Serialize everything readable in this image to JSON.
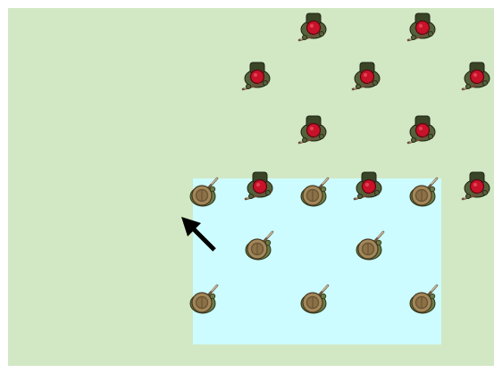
{
  "board": {
    "field_color": "#d2e8c5",
    "zone_color": "#ccfcff"
  },
  "colors": {
    "enemy_body": "#55613a",
    "enemy_pack": "#3a4426",
    "enemy_head": "#c8122a",
    "ally_body": "#6b7a45",
    "ally_hat": "#a2875a",
    "ally_hat_band": "#6a5533",
    "rifle": "#6b5139",
    "arrow": "#000000"
  },
  "units": {
    "enemies": [
      {
        "id": "enemy-1"
      },
      {
        "id": "enemy-2"
      },
      {
        "id": "enemy-3"
      },
      {
        "id": "enemy-4"
      },
      {
        "id": "enemy-5"
      },
      {
        "id": "enemy-6"
      },
      {
        "id": "enemy-7"
      },
      {
        "id": "enemy-8"
      },
      {
        "id": "enemy-9"
      },
      {
        "id": "enemy-10"
      }
    ],
    "allies": [
      {
        "id": "ally-1"
      },
      {
        "id": "ally-2"
      },
      {
        "id": "ally-3"
      },
      {
        "id": "ally-4"
      },
      {
        "id": "ally-5"
      },
      {
        "id": "ally-6"
      },
      {
        "id": "ally-7"
      },
      {
        "id": "ally-8"
      }
    ]
  },
  "move_indicator": {
    "icon": "arrow-up-left-icon",
    "direction": "up-left"
  }
}
